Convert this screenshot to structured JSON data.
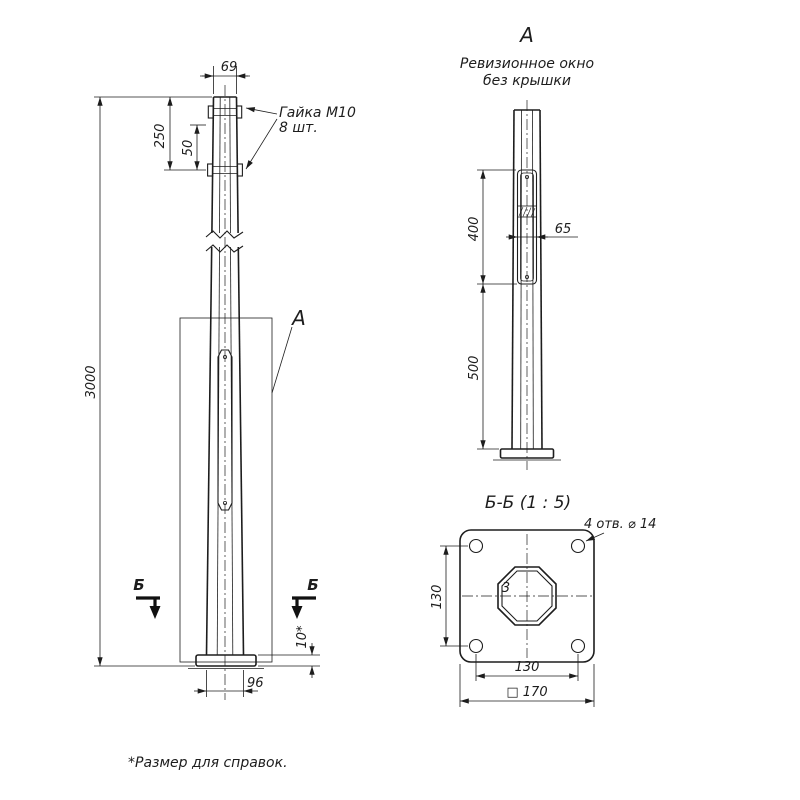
{
  "front_view": {
    "dim_top_width": "69",
    "dim_nut_span": "250",
    "dim_nut_offset": "50",
    "nut_note_line1": "Гайка М10",
    "nut_note_line2": "8 шт.",
    "dim_height": "3000",
    "detail_label": "А",
    "section_label_left": "Б",
    "section_label_right": "Б",
    "dim_base_thickness": "10*",
    "dim_bottom_width": "96"
  },
  "view_a": {
    "title": "А",
    "subtitle_line1": "Ревизионное окно",
    "subtitle_line2": "без крышки",
    "dim_window_height": "400",
    "dim_window_width": "65",
    "dim_window_to_base": "500"
  },
  "section_bb": {
    "title": "Б-Б (1 : 5)",
    "holes_note": "4 отв. ⌀ 14",
    "dim_hole_spacing_v": "130",
    "dim_wall_thickness": "3",
    "dim_hole_spacing_h": "130",
    "dim_plate_size": "□ 170"
  },
  "footnote": "*Размер для справок."
}
